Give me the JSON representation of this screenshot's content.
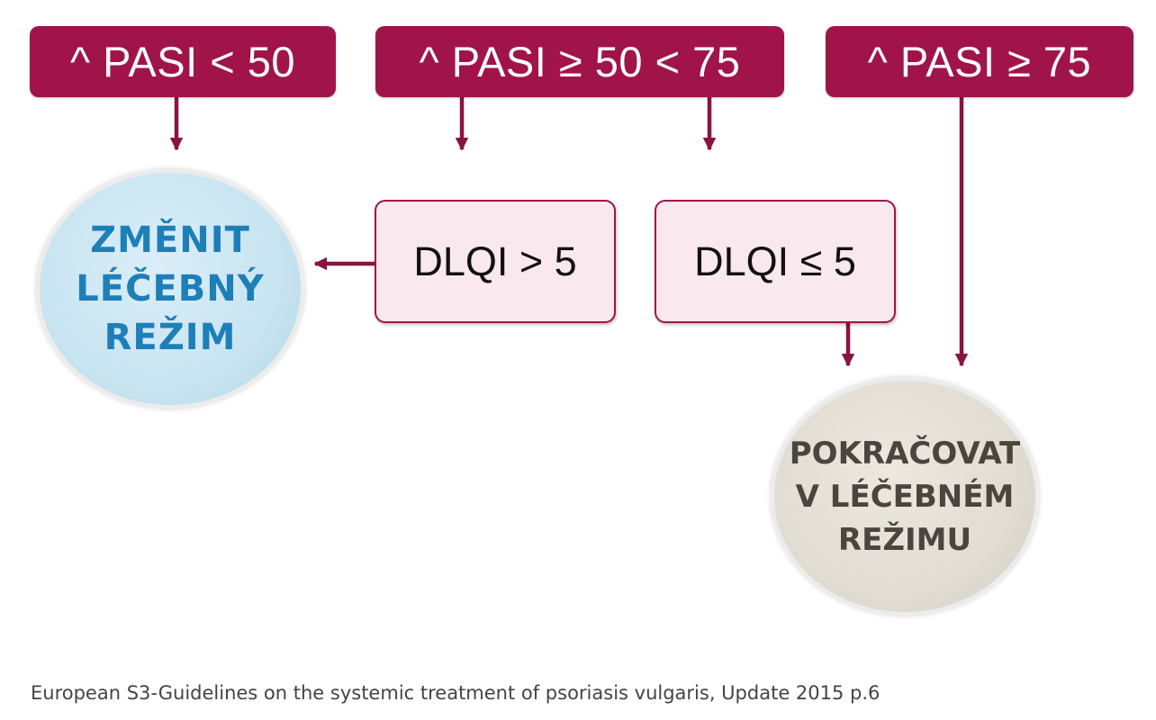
{
  "pasi_boxes": [
    {
      "label": "^ PASI < 50"
    },
    {
      "label": "^ PASI ≥ 50 < 75"
    },
    {
      "label": "^ PASI ≥ 75"
    }
  ],
  "dlqi_boxes": [
    {
      "label": "DLQI > 5"
    },
    {
      "label": "DLQI ≤ 5"
    }
  ],
  "change_regimen": {
    "lines": [
      "ZMĚNIT",
      "LÉČEBNÝ",
      "REŽIM"
    ]
  },
  "continue_regimen": {
    "lines": [
      "POKRAČOVAT",
      "V LÉČEBNÉM",
      "REŽIMU"
    ]
  },
  "source": "European S3-Guidelines on the systemic treatment of psoriasis vulgaris, Update 2015 p.6",
  "colors": {
    "header_fill": "#a0144a",
    "dlqi_fill": "#fae8ef",
    "change_fill": "#c8e4f1",
    "change_text": "#1e7fb8",
    "continue_fill": "#e2ddd3",
    "continue_text": "#4a463f",
    "arrow": "#8a1440"
  }
}
